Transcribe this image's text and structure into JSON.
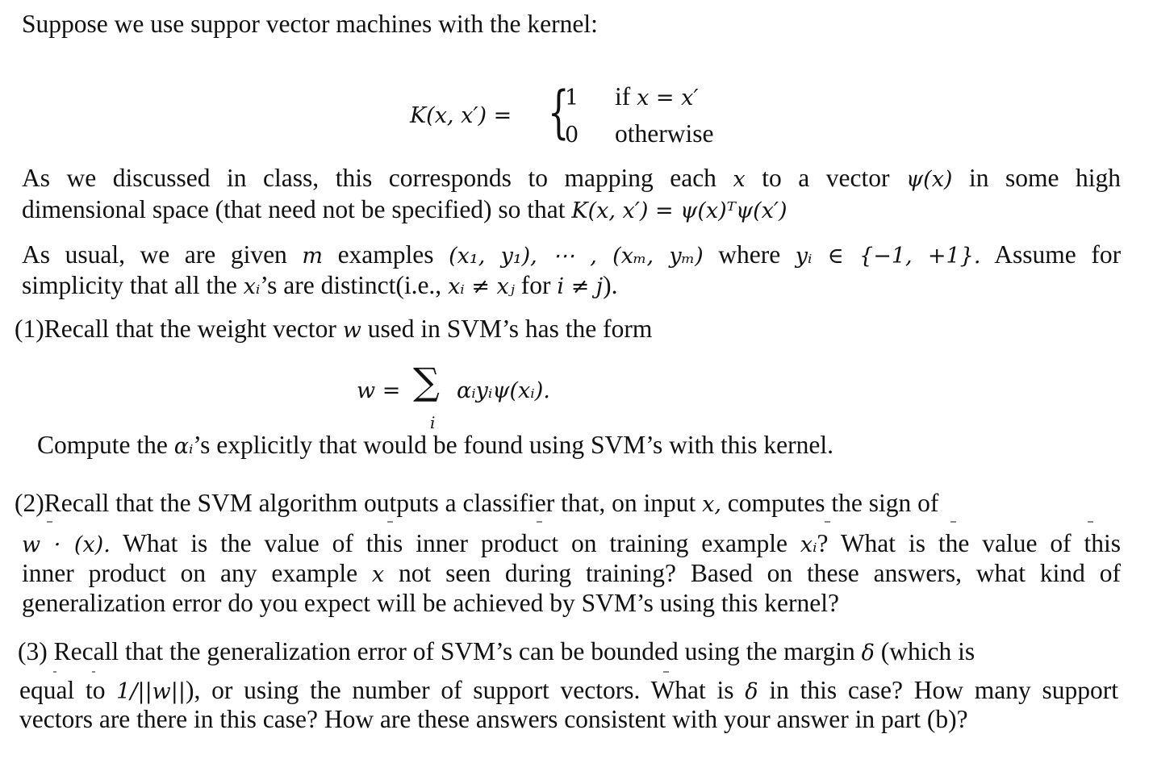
{
  "intro": "Suppose we use suppor vector machines with the kernel:",
  "kernel": {
    "lhs": "K(x, x′) =",
    "case1_value": "1",
    "case1_cond_word": "if",
    "case1_cond_math": "x = x′",
    "case2_value": "0",
    "case2_cond": "otherwise"
  },
  "para1": {
    "line1_a": "As we discussed in class, this corresponds to mapping each",
    "line1_var": "x",
    "line1_b": "to a vector",
    "line1_psi": "ψ(x)",
    "line1_c": "in some high",
    "line2_a": "dimensional space (that need not be specified) so that",
    "line2_math": "K(x, x′) = ψ(x)ᵀψ(x′)"
  },
  "para2": {
    "line1_a": "As usual, we are given",
    "line1_m": "m",
    "line1_b": "examples",
    "line1_math": "(x₁, y₁), ⋯ , (xₘ, yₘ)",
    "line1_c": "where",
    "line1_math2": "yᵢ ∈ {−1, +1}.",
    "line1_d": "Assume for",
    "line2_a": "simplicity that all the",
    "line2_xi": "xᵢ",
    "line2_b": "’s are distinct(i.e.,",
    "line2_math": "xᵢ ≠ xⱼ",
    "line2_c": "for",
    "line2_math2": "i ≠ j",
    "line2_d": ")."
  },
  "q1": {
    "label": "(1)",
    "text_a": "Recall that the weight vector",
    "w": "w",
    "text_b": "used in SVM’s has the form",
    "eq_lhs": "w =",
    "eq_sigma": "∑",
    "eq_sub": "i",
    "eq_rhs": "αᵢyᵢψ(xᵢ).",
    "compute_a": "Compute the",
    "compute_alpha": "αᵢ",
    "compute_b": "’s explicitly that would be found using SVM’s with this kernel."
  },
  "q2": {
    "label": "(2)",
    "line1_a": "Recall that the SVM algorithm outputs a classifier that, on input",
    "line1_x": "x,",
    "line1_b": "computes the sign of",
    "line2_math": "w · (x).",
    "line2_a": "What is the value of this inner product on training example",
    "line2_xi": "xᵢ",
    "line2_b": "? What is the value of this",
    "line3_a": "inner product on any example",
    "line3_x": "x",
    "line3_b": "not seen during training? Based on these answers, what kind of",
    "line4": "generalization error do you expect will be achieved by SVM’s using this kernel?"
  },
  "q3": {
    "label": "(3)",
    "line1_a": "Recall that the generalization error of SVM’s can be bounded using the margin",
    "line1_delta": "δ",
    "line1_b": "(which is",
    "line2_a": "equal to",
    "line2_math": "1/||w||",
    "line2_b": "), or using the number of support vectors. What is",
    "line2_delta": "δ",
    "line2_c": "in this case? How many support",
    "line3": "vectors are there in this case? How are these answers consistent with your answer in part (b)?"
  }
}
